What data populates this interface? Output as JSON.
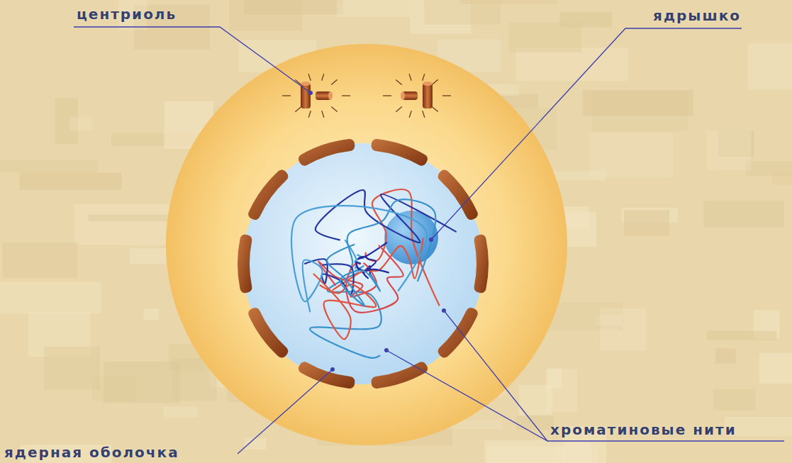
{
  "diagram": {
    "labels": [
      "центриоль",
      "ядрышко",
      "хроматиновые нити",
      "ядерная оболочка"
    ]
  }
}
